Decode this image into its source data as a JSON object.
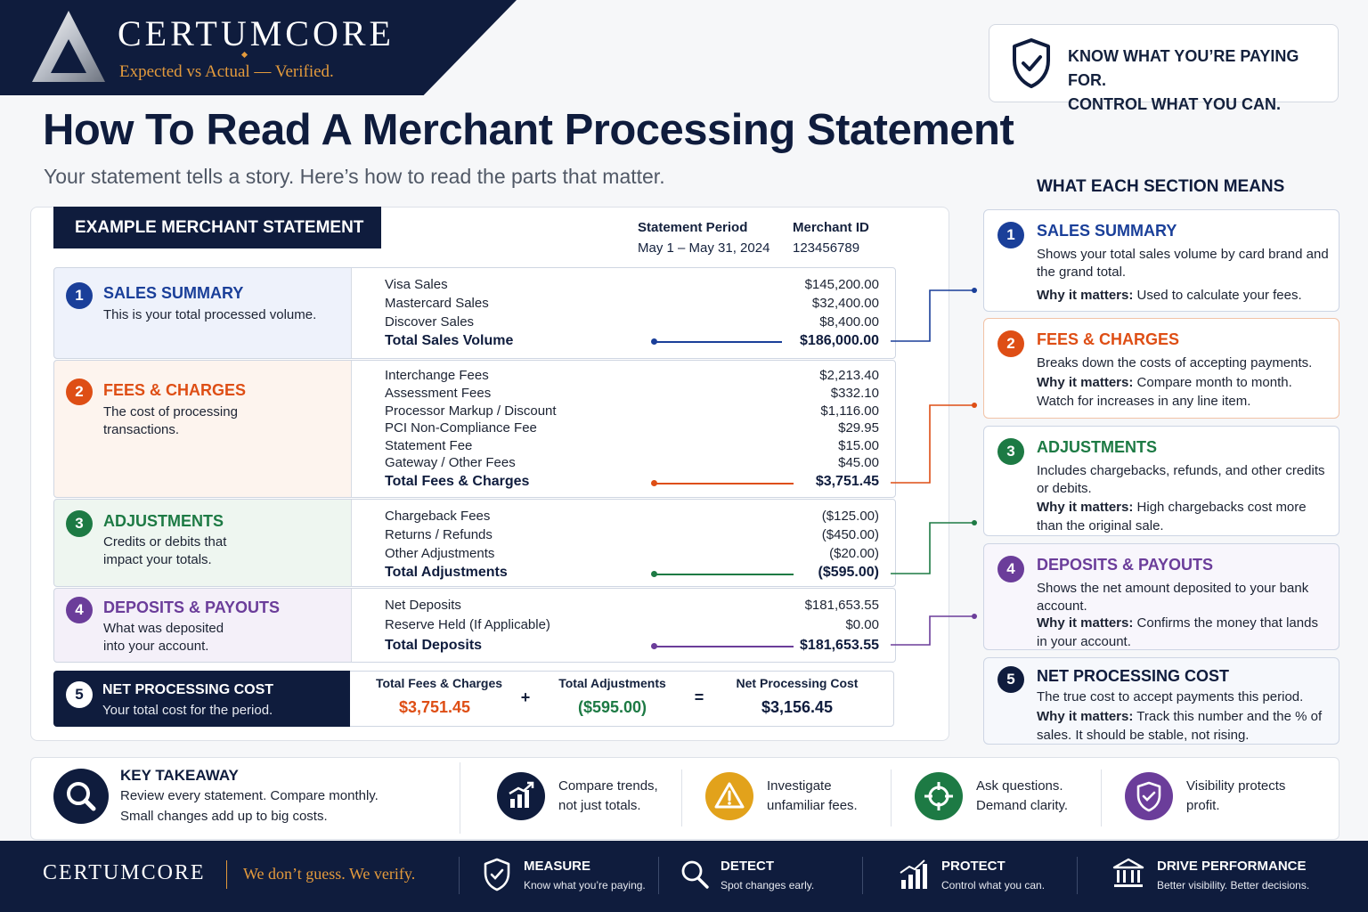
{
  "brand": {
    "name": "CERTUMCORE",
    "tagline": "Expected vs Actual — Verified."
  },
  "callout": {
    "line1": "KNOW WHAT YOU’RE PAYING FOR.",
    "line2": "CONTROL WHAT YOU CAN."
  },
  "page": {
    "title": "How To Read A Merchant Processing Statement",
    "subtitle": "Your statement tells a story. Here’s how to read the parts that matter."
  },
  "statement": {
    "header": "EXAMPLE MERCHANT STATEMENT",
    "period_label": "Statement Period",
    "period_value": "May 1 – May 31, 2024",
    "merchant_label": "Merchant ID",
    "merchant_value": "123456789",
    "sections": [
      {
        "num": "1",
        "title": "SALES SUMMARY",
        "desc": "This is your total processed volume.",
        "color": "#1a3f99",
        "rows": [
          {
            "label": "Visa Sales",
            "value": "$145,200.00"
          },
          {
            "label": "Mastercard Sales",
            "value": "$32,400.00"
          },
          {
            "label": "Discover Sales",
            "value": "$8,400.00"
          }
        ],
        "total": {
          "label": "Total Sales Volume",
          "value": "$186,000.00"
        }
      },
      {
        "num": "2",
        "title": "FEES & CHARGES",
        "desc": "The cost of processing transactions.",
        "color": "#de4e15",
        "rows": [
          {
            "label": "Interchange Fees",
            "value": "$2,213.40"
          },
          {
            "label": "Assessment Fees",
            "value": "$332.10"
          },
          {
            "label": "Processor Markup / Discount",
            "value": "$1,116.00"
          },
          {
            "label": "PCI Non-Compliance Fee",
            "value": "$29.95"
          },
          {
            "label": "Statement Fee",
            "value": "$15.00"
          },
          {
            "label": "Gateway / Other Fees",
            "value": "$45.00"
          }
        ],
        "total": {
          "label": "Total Fees & Charges",
          "value": "$3,751.45"
        }
      },
      {
        "num": "3",
        "title": "ADJUSTMENTS",
        "desc": "Credits or debits that impact your totals.",
        "color": "#1d7a44",
        "rows": [
          {
            "label": "Chargeback Fees",
            "value": "($125.00)"
          },
          {
            "label": "Returns / Refunds",
            "value": "($450.00)"
          },
          {
            "label": "Other Adjustments",
            "value": "($20.00)"
          }
        ],
        "total": {
          "label": "Total Adjustments",
          "value": "($595.00)"
        }
      },
      {
        "num": "4",
        "title": "DEPOSITS & PAYOUTS",
        "desc": "What was deposited into your account.",
        "color": "#6b3d9a",
        "rows": [
          {
            "label": "Net Deposits",
            "value": "$181,653.55"
          },
          {
            "label": "Reserve Held (If Applicable)",
            "value": "$0.00"
          }
        ],
        "total": {
          "label": "Total Deposits",
          "value": "$181,653.55"
        }
      }
    ],
    "net": {
      "num": "5",
      "title": "NET PROCESSING COST",
      "desc": "Your total cost for the period.",
      "fees_label": "Total Fees & Charges",
      "fees_value": "$3,751.45",
      "plus": "+",
      "adj_label": "Total Adjustments",
      "adj_value": "($595.00)",
      "equals": "=",
      "net_label": "Net Processing Cost",
      "net_value": "$3,156.45"
    }
  },
  "explain": {
    "title": "WHAT EACH SECTION MEANS",
    "why_label": "Why it matters:",
    "cards": [
      {
        "num": "1",
        "title": "SALES SUMMARY",
        "desc": "Shows your total sales volume by card brand and the grand total.",
        "why": "Used to calculate your fees.",
        "color": "#1a3f99"
      },
      {
        "num": "2",
        "title": "FEES & CHARGES",
        "desc": "Breaks down the costs of accepting payments.",
        "why": "Compare month to month. Watch for increases in any line item.",
        "color": "#de4e15"
      },
      {
        "num": "3",
        "title": "ADJUSTMENTS",
        "desc": "Includes chargebacks, refunds, and other credits or debits.",
        "why": "High chargebacks cost more than the original sale.",
        "color": "#1d7a44"
      },
      {
        "num": "4",
        "title": "DEPOSITS & PAYOUTS",
        "desc": "Shows the net amount deposited to your bank account.",
        "why": "Confirms the money that lands in your account.",
        "color": "#6b3d9a"
      },
      {
        "num": "5",
        "title": "NET PROCESSING COST",
        "desc": "The true cost to accept payments this period.",
        "why": "Track this number and the % of sales. It should be stable, not rising.",
        "color": "#0f1c3d"
      }
    ]
  },
  "takeaway": {
    "title": "KEY TAKEAWAY",
    "line1": "Review every statement. Compare monthly.",
    "line2": "Small changes add up to big costs.",
    "tiles": [
      {
        "icon": "bar-chart-icon",
        "line1": "Compare trends,",
        "line2": "not just totals.",
        "color": "#0f1c3d"
      },
      {
        "icon": "warning-icon",
        "line1": "Investigate",
        "line2": "unfamiliar fees.",
        "color": "#e2a21b"
      },
      {
        "icon": "crosshair-icon",
        "line1": "Ask questions.",
        "line2": "Demand clarity.",
        "color": "#1d7a44"
      },
      {
        "icon": "shield-check-icon",
        "line1": "Visibility protects",
        "line2": "profit.",
        "color": "#6b3d9a"
      }
    ]
  },
  "footer": {
    "brand": "CERTUMCORE",
    "tagline": "We don’t guess. We verify.",
    "items": [
      {
        "icon": "shield-check-icon",
        "title": "MEASURE",
        "sub": "Know what you’re paying."
      },
      {
        "icon": "magnifier-icon",
        "title": "DETECT",
        "sub": "Spot changes early."
      },
      {
        "icon": "growth-chart-icon",
        "title": "PROTECT",
        "sub": "Control what you can."
      },
      {
        "icon": "bank-icon",
        "title": "DRIVE PERFORMANCE",
        "sub": "Better visibility. Better decisions."
      }
    ]
  }
}
